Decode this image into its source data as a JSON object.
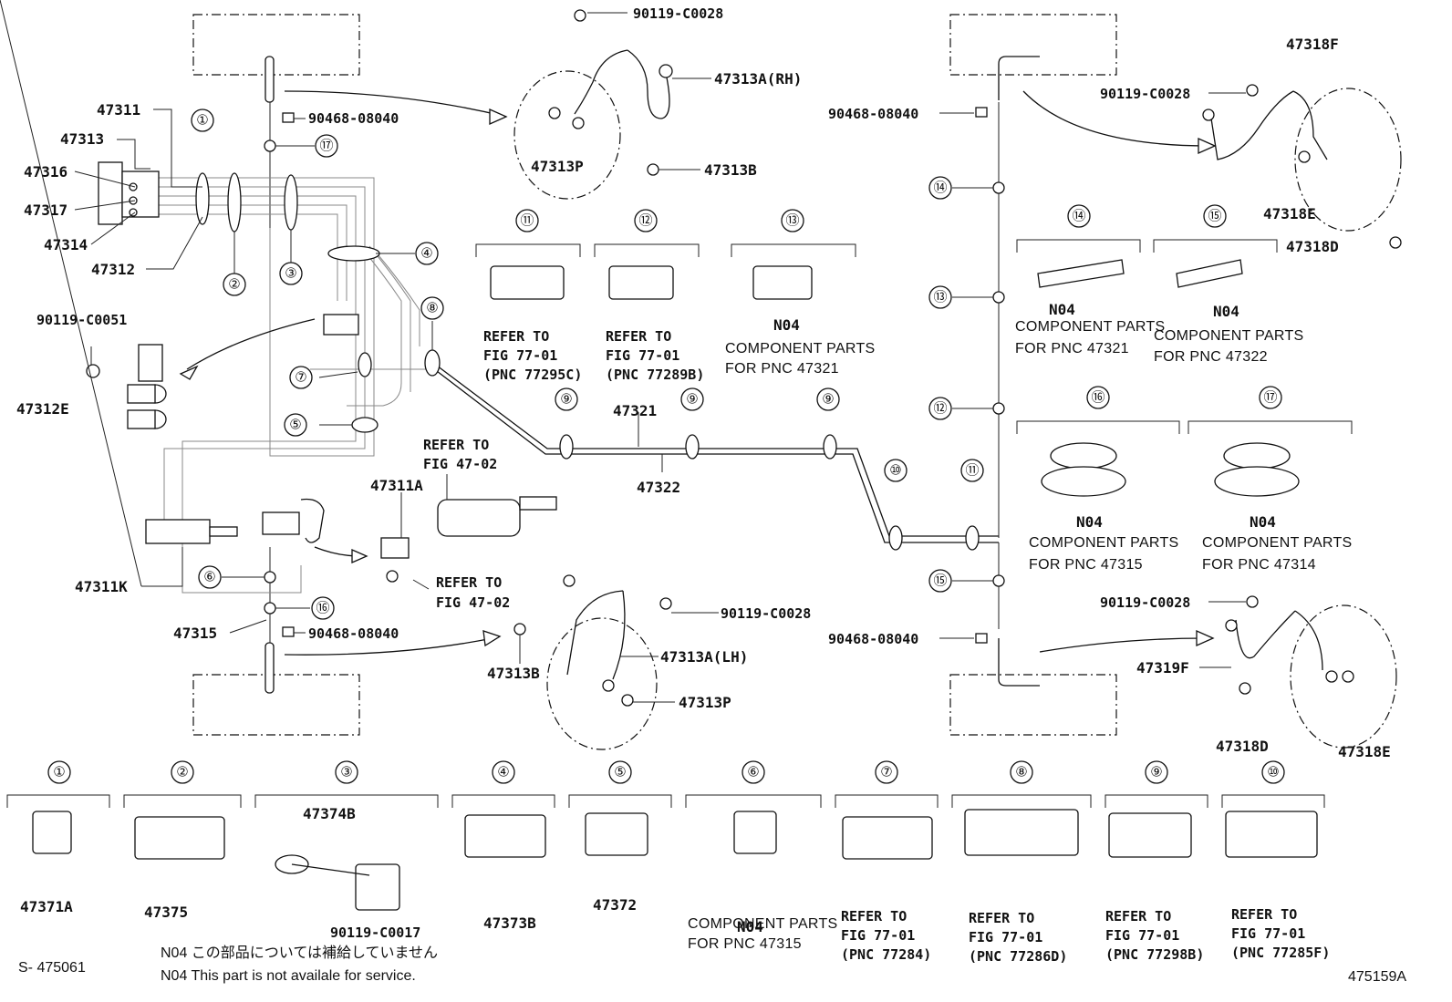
{
  "labels": {
    "l_47311": "47311",
    "l_47313": "47313",
    "l_47316": "47316",
    "l_47317": "47317",
    "l_47314": "47314",
    "l_47312": "47312",
    "l_90119_c0051": "90119-C0051",
    "l_47312e": "47312E",
    "l_90119_c0028_a": "90119-C0028",
    "l_90468_08040_a": "90468-08040",
    "l_47313a_rh": "47313A(RH)",
    "l_47313p_a": "47313P",
    "l_47313b_a": "47313B",
    "l_47321": "47321",
    "l_47322": "47322",
    "l_47311a": "47311A",
    "l_47311k": "47311K",
    "l_47315": "47315",
    "l_90468_08040_b": "90468-08040",
    "l_90119_c0028_b": "90119-C0028",
    "l_47313a_lh": "47313A(LH)",
    "l_47313b_b": "47313B",
    "l_47313p_b": "47313P",
    "l_90468_08040_c": "90468-08040",
    "l_90119_c0028_c": "90119-C0028",
    "l_47318f": "47318F",
    "l_47318e_a": "47318E",
    "l_47318d_a": "47318D",
    "l_90468_08040_d": "90468-08040",
    "l_90119_c0028_d": "90119-C0028",
    "l_47319f": "47319F",
    "l_47318d_b": "47318D",
    "l_47318e_b": "47318E",
    "l_47371a": "47371A",
    "l_47375": "47375",
    "l_47374b": "47374B",
    "l_90119_c0017": "90119-C0017",
    "l_47373b": "47373B",
    "l_47372": "47372"
  },
  "refer_to": "REFER TO",
  "fig_77_01": "FIG 77-01",
  "fig_47_02": "FIG 47-02",
  "pnc": {
    "c11": "(PNC 77295C)",
    "c12": "(PNC 77289B)",
    "b7": "(PNC 77284)",
    "b8": "(PNC 77286D)",
    "b9": "(PNC 77298B)",
    "b10": "(PNC 77285F)"
  },
  "n04": "N04",
  "component_parts": "COMPONENT PARTS",
  "for_pnc": {
    "c13": "FOR PNC 47321",
    "c14": "FOR PNC 47321",
    "c15": "FOR PNC 47322",
    "c16": "FOR PNC 47315",
    "c17": "FOR PNC 47314",
    "b6": "FOR PNC 47315"
  },
  "callouts": [
    "①",
    "②",
    "③",
    "④",
    "⑤",
    "⑥",
    "⑦",
    "⑧",
    "⑨",
    "⑩",
    "⑪",
    "⑫",
    "⑬",
    "⑭",
    "⑮",
    "⑯",
    "⑰"
  ],
  "footer": {
    "note_jp": "N04 この部品については補給していません",
    "note_en": "N04 This part is not availale for service.",
    "doc_left": "S- 475061",
    "doc_right": "475159A"
  }
}
